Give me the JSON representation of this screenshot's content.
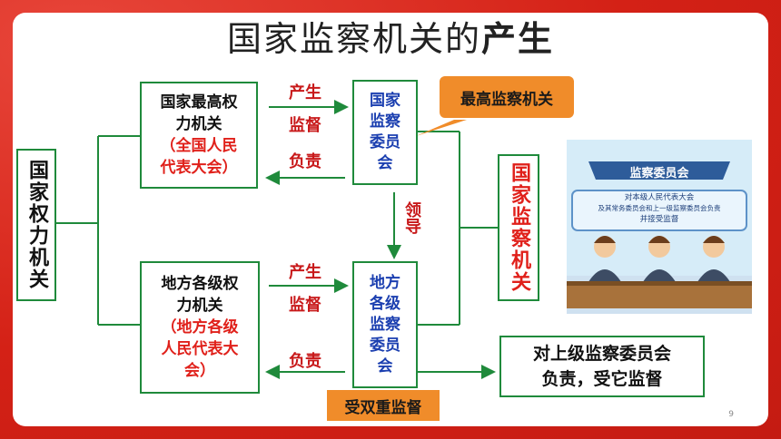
{
  "title": {
    "main": "国家监察机关的",
    "emphasis": "产生"
  },
  "left_vertical": "国家权力机关",
  "top_left_box": {
    "line1": "国家最高权",
    "line2": "力机关",
    "paren1": "（全国人民",
    "paren2": "代表大会）"
  },
  "top_center_box": {
    "text": "国家监察委员会"
  },
  "bottom_left_box": {
    "line1": "地方各级权",
    "line2": "力机关",
    "paren1": "（地方各级",
    "paren2": "人民代表大",
    "paren3": "会）"
  },
  "bottom_center_box": {
    "text": "地方各级监察委员会"
  },
  "right_vertical": "国家监察机关",
  "arrow_labels": {
    "top_create": "产生",
    "top_supervise": "监督",
    "top_responsible": "负责",
    "lead": "领导",
    "bottom_create": "产生",
    "bottom_supervise": "监督",
    "bottom_responsible": "负责"
  },
  "callout_top": "最高监察机关",
  "callout_bottom": "受双重监督",
  "right_result": {
    "line1": "对上级监察委员会",
    "line2": "负责，受它监督"
  },
  "illustration": {
    "banner": "监察委员会",
    "line1": "对本级人民代表大会",
    "line2": "及其常务委员会和上一级监察委员会负责",
    "line3": "并接受监督"
  },
  "page_number": "9",
  "colors": {
    "frame": "#d42116",
    "border_green": "#1f8a3b",
    "label_red": "#c8191a",
    "callout_orange": "#f08c2a",
    "blue_text": "#1b3fb0"
  }
}
